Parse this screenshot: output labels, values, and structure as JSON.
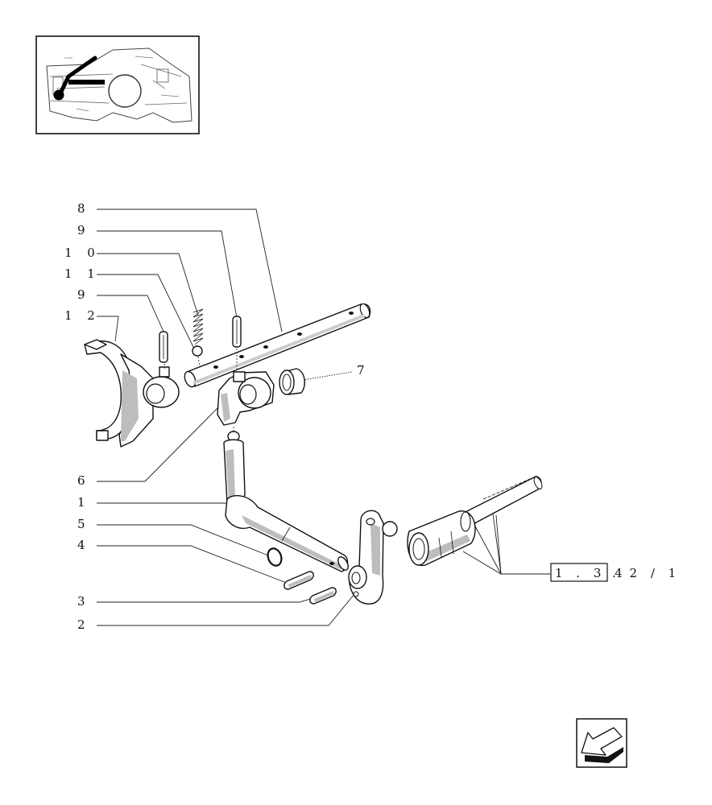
{
  "callouts": {
    "c8": "8",
    "c9a": "9",
    "c10": "1 0",
    "c11": "1 1",
    "c9b": "9",
    "c12": "1 2",
    "c7": "7",
    "c6": "6",
    "c1": "1",
    "c5": "5",
    "c4": "4",
    "c3": "3",
    "c2": "2"
  },
  "reference": {
    "boxed": "1 . 3 4",
    "suffix": ". 2 / 1"
  },
  "icons": {
    "thumbnail": "gearbox-location-thumbnail",
    "nav": "previous-page-arrow-icon"
  }
}
